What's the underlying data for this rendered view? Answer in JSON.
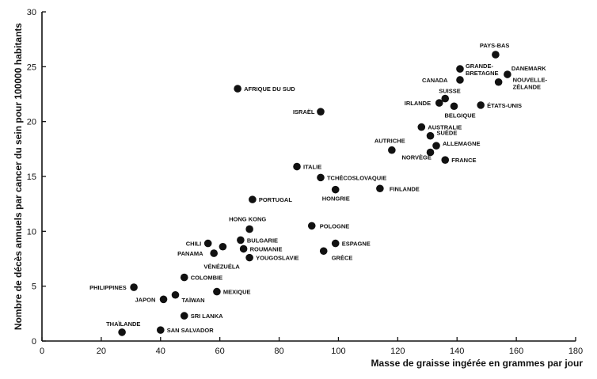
{
  "chart_data": {
    "type": "scatter",
    "title": "",
    "xlabel": "Masse de graisse ingérée en grammes par jour",
    "ylabel": "Nombre de décès annuels par cancer du sein pour 100000 habitants",
    "xlim": [
      0,
      180
    ],
    "ylim": [
      0,
      30
    ],
    "xticks": [
      0,
      20,
      40,
      60,
      80,
      100,
      120,
      140,
      160,
      180
    ],
    "yticks": [
      0,
      5,
      10,
      15,
      20,
      25,
      30
    ],
    "grid": false,
    "legend": "none",
    "points": [
      {
        "label": "PAYS-BAS",
        "x": 153,
        "y": 26.1
      },
      {
        "label": "GRANDE-\nBRETAGNE",
        "x": 141,
        "y": 24.8
      },
      {
        "label": "DANEMARK",
        "x": 157,
        "y": 24.3
      },
      {
        "label": "CANADA",
        "x": 141,
        "y": 23.8
      },
      {
        "label": "NOUVELLE-\nZÉLANDE",
        "x": 154,
        "y": 23.6
      },
      {
        "label": "AFRIQUE DU SUD",
        "x": 66,
        "y": 23.0
      },
      {
        "label": "SUISSE",
        "x": 136,
        "y": 22.1
      },
      {
        "label": "IRLANDE",
        "x": 134,
        "y": 21.7
      },
      {
        "label": "BELGIQUE",
        "x": 139,
        "y": 21.4
      },
      {
        "label": "ÉTATS-UNIS",
        "x": 148,
        "y": 21.5
      },
      {
        "label": "ISRAËL",
        "x": 94,
        "y": 20.9
      },
      {
        "label": "AUSTRALIE",
        "x": 128,
        "y": 19.5
      },
      {
        "label": "SUÈDE",
        "x": 131,
        "y": 18.7
      },
      {
        "label": "AUTRICHE",
        "x": 118,
        "y": 17.4
      },
      {
        "label": "ALLEMAGNE",
        "x": 133,
        "y": 17.8
      },
      {
        "label": "NORVÈGE",
        "x": 131,
        "y": 17.2
      },
      {
        "label": "FRANCE",
        "x": 136,
        "y": 16.5
      },
      {
        "label": "ITALIE",
        "x": 86,
        "y": 15.9
      },
      {
        "label": "TCHÉCOSLOVAQUIE",
        "x": 94,
        "y": 14.9
      },
      {
        "label": "HONGRIE",
        "x": 99,
        "y": 13.8
      },
      {
        "label": "FINLANDE",
        "x": 114,
        "y": 13.9
      },
      {
        "label": "PORTUGAL",
        "x": 71,
        "y": 12.9
      },
      {
        "label": "POLOGNE",
        "x": 91,
        "y": 10.5
      },
      {
        "label": "HONG KONG",
        "x": 70,
        "y": 10.2
      },
      {
        "label": "BULGARIE",
        "x": 67,
        "y": 9.2
      },
      {
        "label": "CHILI",
        "x": 56,
        "y": 8.9
      },
      {
        "label": "ESPAGNE",
        "x": 99,
        "y": 8.9
      },
      {
        "label": "ROUMANIE",
        "x": 68,
        "y": 8.4
      },
      {
        "label": "PANAMA",
        "x": 58,
        "y": 8.0
      },
      {
        "label": "GRÈCE",
        "x": 95,
        "y": 8.2
      },
      {
        "label": "YOUGOSLAVIE",
        "x": 70,
        "y": 7.6
      },
      {
        "label": "VÉNÉZUÉLA",
        "x": 61,
        "y": 8.6
      },
      {
        "label": "COLOMBIE",
        "x": 48,
        "y": 5.8
      },
      {
        "label": "PHILIPPINES",
        "x": 31,
        "y": 4.9
      },
      {
        "label": "MEXIQUE",
        "x": 59,
        "y": 4.5
      },
      {
        "label": "TAÏWAN",
        "x": 45,
        "y": 4.2
      },
      {
        "label": "JAPON",
        "x": 41,
        "y": 3.8
      },
      {
        "label": "SRI LANKA",
        "x": 48,
        "y": 2.3
      },
      {
        "label": "THAÏLANDE",
        "x": 27,
        "y": 0.8
      },
      {
        "label": "SAN SALVADOR",
        "x": 40,
        "y": 1.0
      }
    ]
  }
}
